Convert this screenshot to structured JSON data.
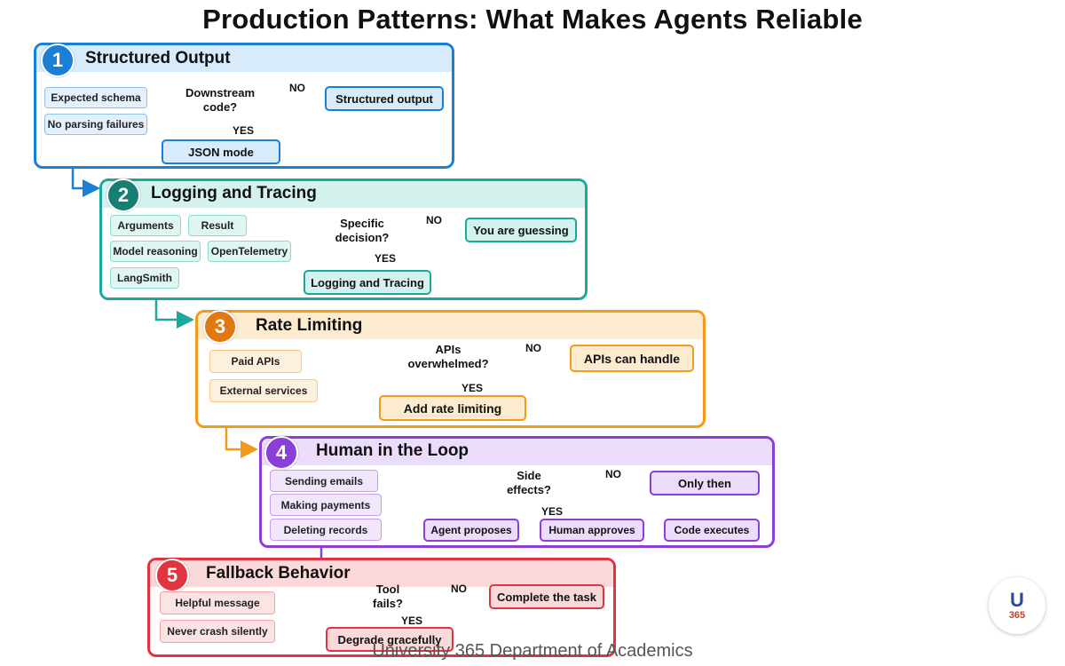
{
  "title": "Production Patterns: What Makes Agents Reliable",
  "footer": "University 365 Department of Academics",
  "logo": {
    "letter": "U",
    "number": "365"
  },
  "panels": [
    {
      "number": "1",
      "title": "Structured Output",
      "tags": [
        "Expected schema",
        "No parsing failures"
      ],
      "decision": [
        "Downstream",
        "code?"
      ],
      "no_label": "NO",
      "yes_label": "YES",
      "no_result": "Structured output",
      "yes_result": "JSON mode",
      "color": "#1a7fd6",
      "header_bg": "#d7ebfb",
      "tag_bg": "#e4f1fc"
    },
    {
      "number": "2",
      "title": "Logging and Tracing",
      "tags": [
        "Arguments",
        "Result",
        "Model reasoning",
        "OpenTelemetry",
        "LangSmith"
      ],
      "decision": [
        "Specific",
        "decision?"
      ],
      "no_label": "NO",
      "yes_label": "YES",
      "no_result": "You are guessing",
      "yes_result": "Logging and Tracing",
      "color": "#1aa99b",
      "header_bg": "#d3f2ee",
      "tag_bg": "#e0f6f2"
    },
    {
      "number": "3",
      "title": "Rate Limiting",
      "tags": [
        "Paid APIs",
        "External services"
      ],
      "decision": [
        "APIs",
        "overwhelmed?"
      ],
      "no_label": "NO",
      "yes_label": "YES",
      "no_result": "APIs can handle",
      "yes_result": "Add rate limiting",
      "color": "#f29a1c",
      "header_bg": "#fdebcf",
      "tag_bg": "#fdf0dc"
    },
    {
      "number": "4",
      "title": "Human in the Loop",
      "tags": [
        "Sending emails",
        "Making payments",
        "Deleting records"
      ],
      "decision": [
        "Side",
        "effects?"
      ],
      "no_label": "NO",
      "yes_label": "YES",
      "no_result": "Only then",
      "yes_steps": [
        "Agent proposes",
        "Human approves",
        "Code executes"
      ],
      "color": "#8a3fd8",
      "header_bg": "#ebdcfb",
      "tag_bg": "#f1e6fc"
    },
    {
      "number": "5",
      "title": "Fallback Behavior",
      "tags": [
        "Helpful message",
        "Never crash silently"
      ],
      "decision": [
        "Tool",
        "fails?"
      ],
      "no_label": "NO",
      "yes_label": "YES",
      "no_result": "Complete the task",
      "yes_result": "Degrade gracefully",
      "color": "#e03540",
      "header_bg": "#fbd9da",
      "tag_bg": "#fde4e4"
    }
  ]
}
